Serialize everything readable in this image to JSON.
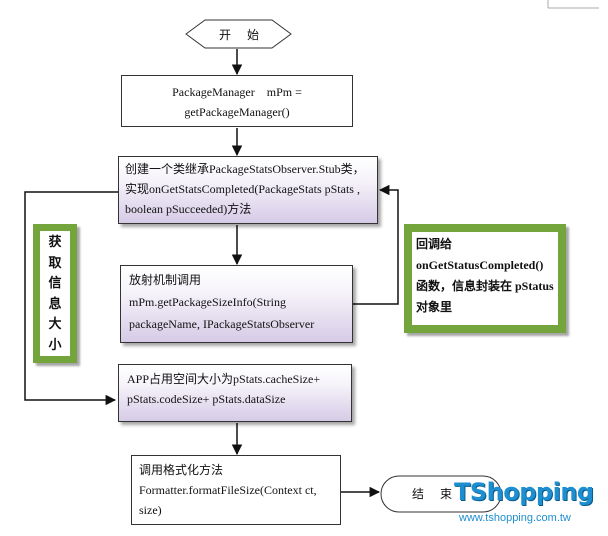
{
  "start_label": "开　始",
  "end_label": "结　束",
  "steps": {
    "get_pm": [
      "PackageManager　mPm =",
      "getPackageManager()"
    ],
    "create_class": [
      "创建一个类继承PackageStatsObserver.Stub类，",
      "实现onGetStatsCompleted(PackageStats  pStats ,",
      "boolean pSucceeded)方法"
    ],
    "reflect_call": [
      "放射机制调用",
      "mPm.getPackageSizeInfo(String",
      "packageName, IPackageStatsObserver"
    ],
    "app_size": [
      "APP占用空间大小为pStats.cacheSize+",
      "pStats.codeSize+ pStats.dataSize"
    ],
    "format_call": [
      "调用格式化方法",
      "Formatter.formatFileSize(Context   ct,",
      "size)"
    ]
  },
  "callback_note": [
    "回调给",
    "onGetStatusCompleted()",
    "函数，信息封装在 pStatus",
    "对象里"
  ],
  "get_size_note": [
    "获",
    "取",
    "信",
    "息",
    "大",
    "小"
  ],
  "watermark": {
    "logo": "TShopping",
    "url": "www.tshopping.com.tw"
  }
}
